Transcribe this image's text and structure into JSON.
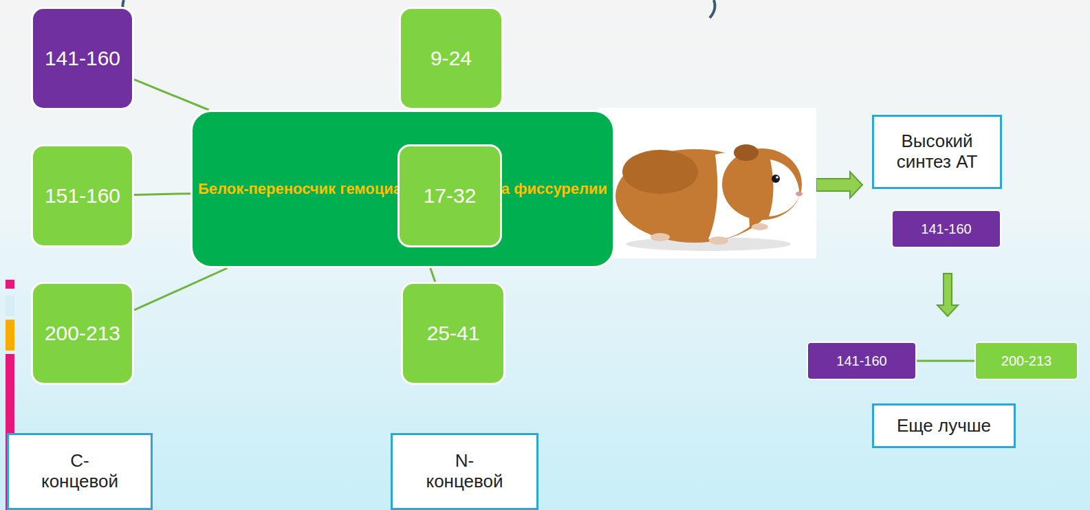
{
  "diagram": {
    "nodes": [
      {
        "text": [
          "141-160"
        ]
      },
      {
        "text": [
          "9-24"
        ]
      },
      {
        "text": [
          "151-160"
        ]
      },
      {
        "text": [
          "Белок-переносчик гемоцианин моллюска фиссурелии"
        ]
      },
      {
        "text": [
          "17-32"
        ]
      },
      {
        "text": [
          "200-213"
        ]
      },
      {
        "text": [
          "25-41"
        ]
      },
      {
        "text": [
          "Высокий синтез АТ"
        ]
      },
      {
        "text": [
          "141-160"
        ]
      },
      {
        "text": [
          "141-160"
        ]
      },
      {
        "text": [
          "200-213"
        ]
      },
      {
        "text": [
          "Еще лучше"
        ]
      },
      {
        "text": [
          "C- концевой"
        ]
      },
      {
        "text": [
          "N- концевой"
        ]
      }
    ],
    "edges": [
      {
        "from": 3,
        "to": 0,
        "arrow": "none"
      },
      {
        "from": 3,
        "to": 1,
        "arrow": "none"
      },
      {
        "from": 3,
        "to": 2,
        "arrow": "none"
      },
      {
        "from": 3,
        "to": 4,
        "arrow": "none"
      },
      {
        "from": 3,
        "to": 5,
        "arrow": "none"
      },
      {
        "from": 3,
        "to": 6,
        "arrow": "none"
      },
      {
        "from": 9,
        "to": 10,
        "arrow": "none"
      }
    ]
  }
}
